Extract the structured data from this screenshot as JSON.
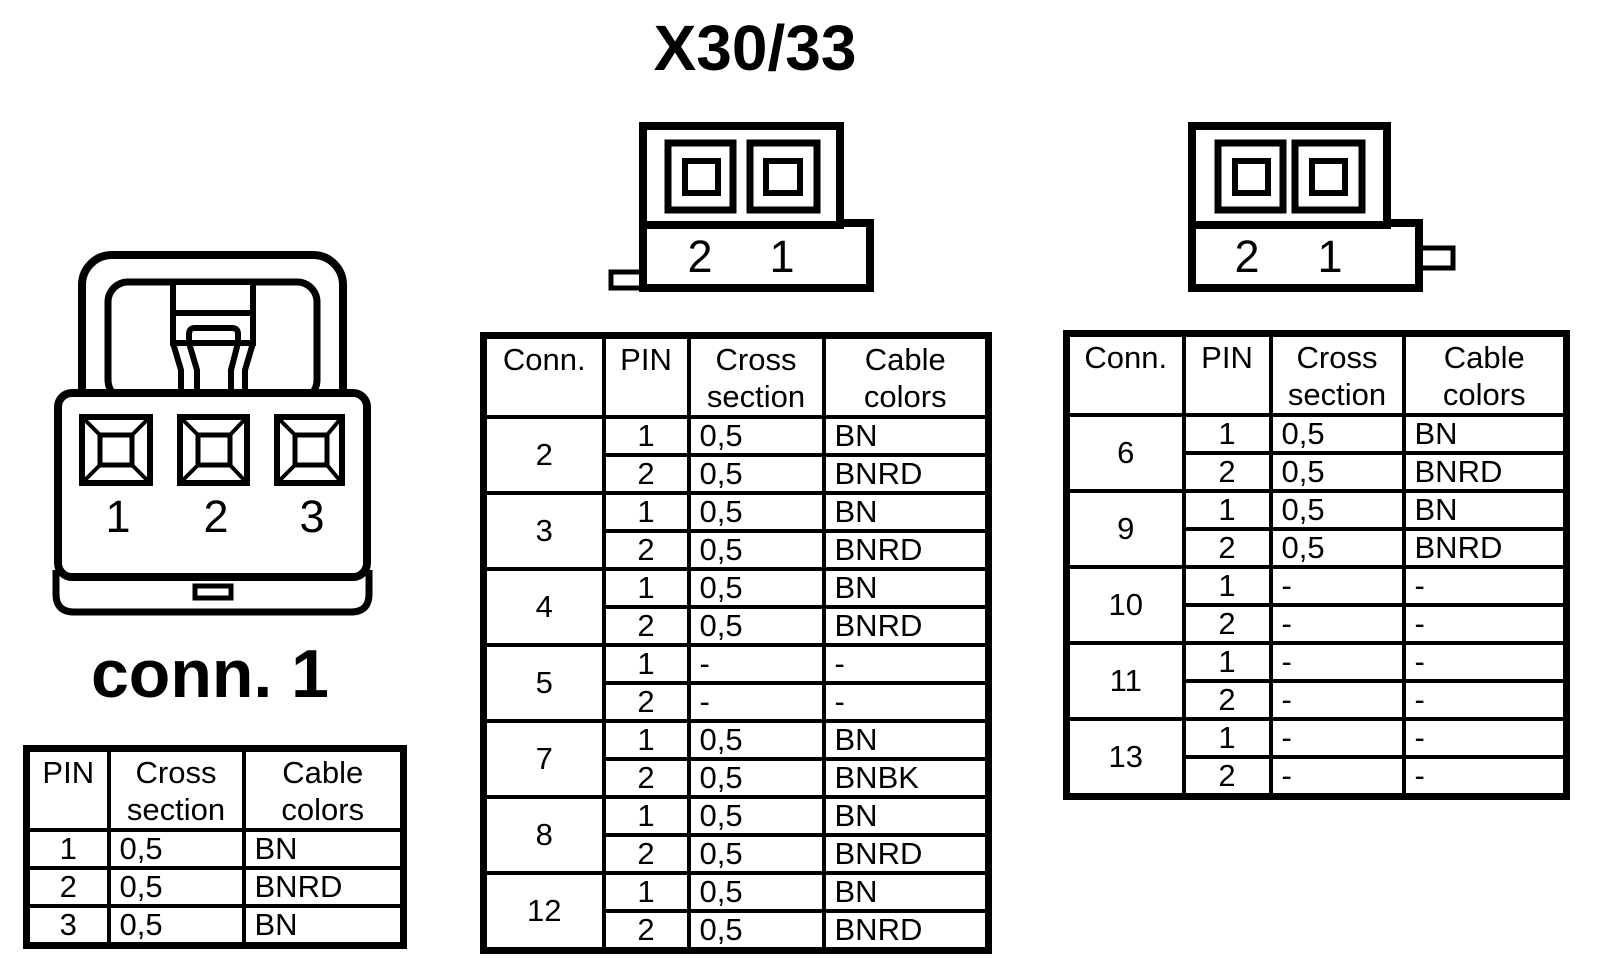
{
  "title": "X30/33",
  "colors": {
    "ink": "#000000",
    "paper": "#ffffff"
  },
  "left_connector": {
    "caption": "conn. 1",
    "pin_labels": [
      "1",
      "2",
      "3"
    ]
  },
  "mid_connector": {
    "pin_labels": [
      "2",
      "1"
    ]
  },
  "right_connector": {
    "pin_labels": [
      "2",
      "1"
    ]
  },
  "left_table": {
    "headers": [
      "PIN",
      "Cross section",
      "Cable colors"
    ],
    "rows": [
      [
        "1",
        "0,5",
        "BN"
      ],
      [
        "2",
        "0,5",
        "BNRD"
      ],
      [
        "3",
        "0,5",
        "BN"
      ]
    ]
  },
  "mid_table": {
    "headers": [
      "Conn.",
      "PIN",
      "Cross section",
      "Cable colors"
    ],
    "groups": [
      {
        "conn": "2",
        "pins": [
          [
            "1",
            "0,5",
            "BN"
          ],
          [
            "2",
            "0,5",
            "BNRD"
          ]
        ]
      },
      {
        "conn": "3",
        "pins": [
          [
            "1",
            "0,5",
            "BN"
          ],
          [
            "2",
            "0,5",
            "BNRD"
          ]
        ]
      },
      {
        "conn": "4",
        "pins": [
          [
            "1",
            "0,5",
            "BN"
          ],
          [
            "2",
            "0,5",
            "BNRD"
          ]
        ]
      },
      {
        "conn": "5",
        "pins": [
          [
            "1",
            "-",
            "-"
          ],
          [
            "2",
            "-",
            "-"
          ]
        ]
      },
      {
        "conn": "7",
        "pins": [
          [
            "1",
            "0,5",
            "BN"
          ],
          [
            "2",
            "0,5",
            "BNBK"
          ]
        ]
      },
      {
        "conn": "8",
        "pins": [
          [
            "1",
            "0,5",
            "BN"
          ],
          [
            "2",
            "0,5",
            "BNRD"
          ]
        ]
      },
      {
        "conn": "12",
        "pins": [
          [
            "1",
            "0,5",
            "BN"
          ],
          [
            "2",
            "0,5",
            "BNRD"
          ]
        ]
      }
    ]
  },
  "right_table": {
    "headers": [
      "Conn.",
      "PIN",
      "Cross section",
      "Cable colors"
    ],
    "groups": [
      {
        "conn": "6",
        "pins": [
          [
            "1",
            "0,5",
            "BN"
          ],
          [
            "2",
            "0,5",
            "BNRD"
          ]
        ]
      },
      {
        "conn": "9",
        "pins": [
          [
            "1",
            "0,5",
            "BN"
          ],
          [
            "2",
            "0,5",
            "BNRD"
          ]
        ]
      },
      {
        "conn": "10",
        "pins": [
          [
            "1",
            "-",
            "-"
          ],
          [
            "2",
            "-",
            "-"
          ]
        ]
      },
      {
        "conn": "11",
        "pins": [
          [
            "1",
            "-",
            "-"
          ],
          [
            "2",
            "-",
            "-"
          ]
        ]
      },
      {
        "conn": "13",
        "pins": [
          [
            "1",
            "-",
            "-"
          ],
          [
            "2",
            "-",
            "-"
          ]
        ]
      }
    ]
  }
}
